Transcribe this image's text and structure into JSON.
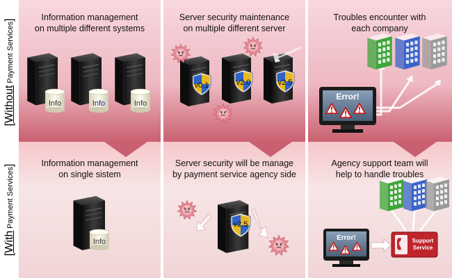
{
  "rows": {
    "without": {
      "bracket_open": "[",
      "keyword": "Without",
      "suffix": "Payment Services",
      "bracket_close": "]"
    },
    "with": {
      "bracket_open": "[",
      "keyword": "With",
      "suffix": "Payment Services",
      "bracket_close": "]"
    }
  },
  "without": {
    "col1": {
      "line1": "Information management",
      "line2": "on multiple different systems",
      "cylinder_labels": [
        "Info",
        "Info",
        "Info"
      ]
    },
    "col2": {
      "line1": "Server security maintenance",
      "line2": "on multiple different server",
      "shield_versions": [
        "v0.1",
        "v2.0",
        "v2.5"
      ]
    },
    "col3": {
      "line1": "Troubles encounter with",
      "line2": "each company",
      "monitor_title": "Error!"
    }
  },
  "with": {
    "col1": {
      "line1": "Information management",
      "line2": "on single sistem",
      "cylinder_label": "Info"
    },
    "col2": {
      "line1": "Server security will be manage",
      "line2": "by payment service agency side",
      "shield_version": "v2.5"
    },
    "col3": {
      "line1": "Agency support team will",
      "line2": "help to handle troubles",
      "monitor_title": "Error!",
      "support_line1": "Support",
      "support_line2": "Service"
    }
  },
  "colors": {
    "top_panel": "#f2c6cd",
    "bottom_panel": "#f3d8d9",
    "panel_edge": "#c85a6e",
    "building_green": "#3ea63a",
    "building_blue": "#3a64c8",
    "building_gray": "#9a9a9a",
    "support_red": "#c0242c",
    "virus_pink": "#e88a94"
  }
}
